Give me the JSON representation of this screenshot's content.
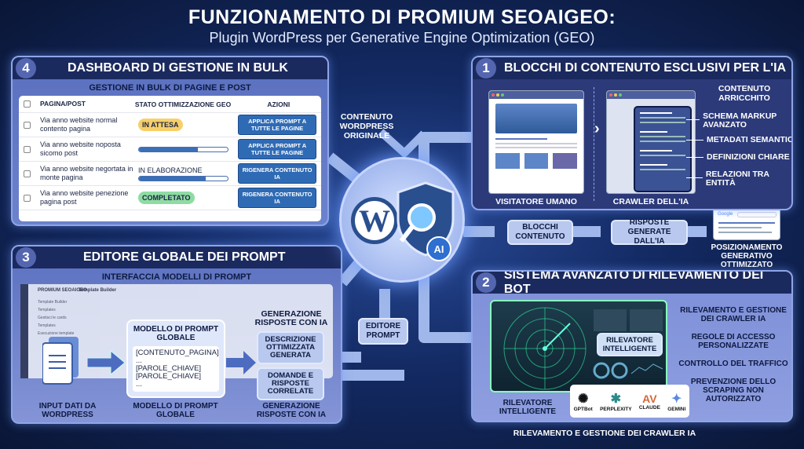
{
  "title": "FUNZIONAMENTO DI PROMIUM SEOAIGEO:",
  "subtitle": "Plugin WordPress per Generative Engine Optimization (GEO)",
  "panel4": {
    "number": "4",
    "title": "DASHBOARD DI GESTIONE IN BULK",
    "subtitle": "GESTIONE IN BULK DI PAGINE E POST",
    "columns": [
      "PAGINA/POST",
      "STATO OTTIMIZZAZIONE GEO",
      "AZIONI"
    ],
    "rows": [
      {
        "page": "Via anno website normal contento pagina",
        "status": "IN ATTESA",
        "action": "APPLICA PROMPT A TUTTE LE PAGINE"
      },
      {
        "page": "Via anno website noposta sicomo post",
        "progress": 0.66,
        "action": "APPLICA PROMPT A TUTTE LE PAGINE"
      },
      {
        "page": "Via anno website negortata in monte pagina",
        "status": "IN ELABORAZIONE",
        "progress": 0.75,
        "action": "RIGENERA CONTENUTO IA"
      },
      {
        "page": "Via anno website penezione pagina post",
        "status": "COMPLETATO",
        "action": "RIGENERA CONTENUTO IA"
      }
    ],
    "colors": {
      "pending": "#f7cf6a",
      "done": "#8fdca3",
      "button": "#2f6bb5"
    }
  },
  "panel3": {
    "number": "3",
    "title": "EDITORE GLOBALE DEI PROMPT",
    "subtitle": "INTERFACCIA MODELLI DI PROMPT",
    "ui": {
      "brand": "PROMIUM SEOAIGEO",
      "page": "Template Builder",
      "sidebar": [
        "Template Builder",
        "Templates",
        "Gestisci le cards",
        "Templates",
        "Esecuzione template"
      ]
    },
    "template_title": "MODELLO DI PROMPT GLOBALE",
    "template_lines": [
      "[CONTENUTO_PAGINA]",
      "...",
      "[PAROLE_CHIAVE]",
      "[PAROLE_CHIAVE]",
      "..."
    ],
    "gen_title": "GENERAZIONE RISPOSTE CON IA",
    "outputs": [
      "DESCRIZIONE OTTIMIZZATA GENERATA",
      "DOMANDE E RISPOSTE CORRELATE"
    ],
    "captions": [
      "INPUT DATI DA WORDPRESS",
      "MODELLO DI PROMPT GLOBALE",
      "GENERAZIONE RISPOSTE CON IA"
    ]
  },
  "panel1": {
    "number": "1",
    "title": "BLOCCHI DI CONTENUTO ESCLUSIVI PER L'IA",
    "enriched": "CONTENUTO ARRICCHITO",
    "features": [
      "SCHEMA MARKUP AVANZATO",
      "METADATI SEMANTICI",
      "DEFINIZIONI CHIARE",
      "RELAZIONI TRA ENTITÀ"
    ],
    "human": "VISITATORE UMANO",
    "crawler": "CRAWLER DELL'IA"
  },
  "flow": {
    "original": "CONTENUTO WORDPRESS ORIGINALE",
    "blocks": "BLOCCHI CONTENUTO",
    "answers": "RISPOSTE GENERATE DALL'IA",
    "ranking": "POSIZIONAMENTO GENERATIVO OTTIMIZZATO",
    "google": "Google",
    "editor": "EDITORE PROMPT",
    "ai_badge": "AI"
  },
  "panel2": {
    "number": "2",
    "title": "SISTEMA AVANZATO DI RILEVAMENTO DEI BOT",
    "detector": "RILEVATORE INTELLIGENTE",
    "detector_caption": "RILEVATORE INTELLIGENTE",
    "bots": [
      "GPTBot",
      "PERPLEXITY",
      "CLAUDE",
      "GEMINI"
    ],
    "features": [
      "RILEVAMENTO E GESTIONE DEI CRAWLER IA",
      "REGOLE DI ACCESSO PERSONALIZZATE",
      "CONTROLLO DEL TRAFFICO",
      "PREVENZIONE DELLO SCRAPING NON AUTORIZZATO"
    ],
    "caption": "RILEVAMENTO E GESTIONE DEI CRAWLER IA"
  }
}
